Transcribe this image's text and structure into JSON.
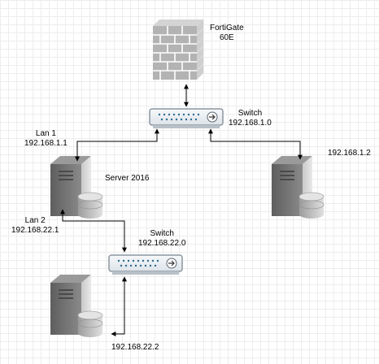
{
  "firewall": {
    "name": "FortiGate",
    "model": "60E"
  },
  "switch_top": {
    "label": "Switch",
    "ip": "192.168.1.0"
  },
  "switch_bottom": {
    "label": "Switch",
    "ip": "192.168.22.0"
  },
  "server_main": {
    "name": "Server 2016"
  },
  "lan1": {
    "label": "Lan  1",
    "ip": "192.168.1.1"
  },
  "lan2": {
    "label": "Lan  2",
    "ip": "192.168.22.1"
  },
  "host_right": {
    "ip": "192.168.1.2"
  },
  "host_bottom": {
    "ip": "192.168.22.2"
  },
  "colors": {
    "line": "#000000",
    "server_dark": "#6f6f6f",
    "server_light": "#cfcfcf",
    "switch_border": "#9aa3ad",
    "switch_fill": "#eef1f4",
    "brick_fill": "#b5b5b5",
    "brick_line": "#ffffff"
  }
}
